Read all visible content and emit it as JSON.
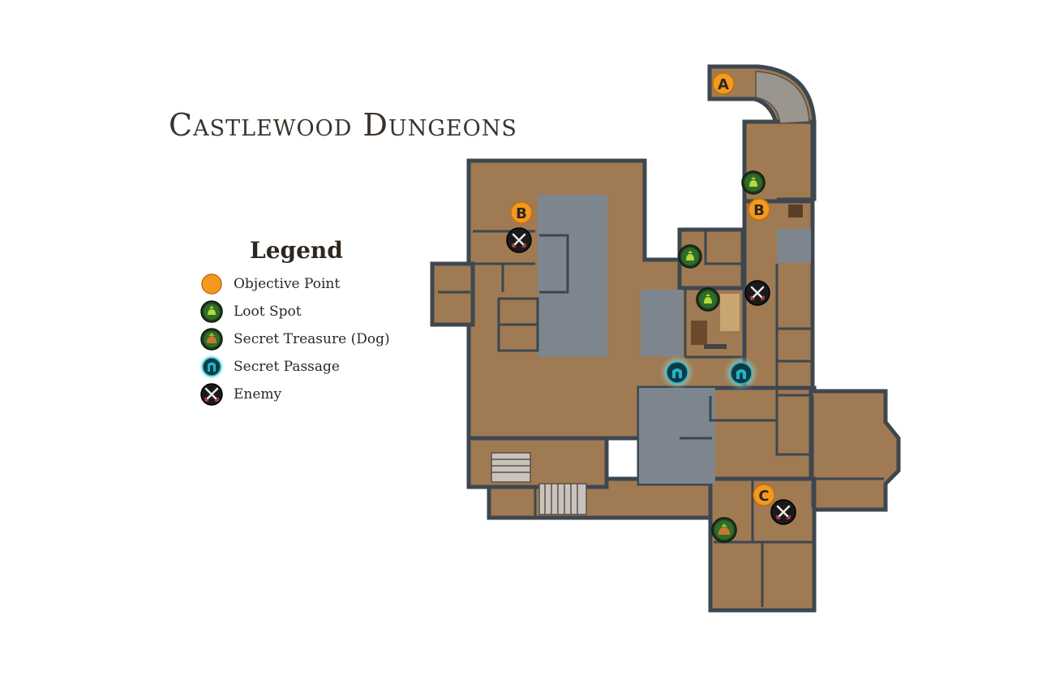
{
  "map": {
    "title": "Castlewood Dungeons"
  },
  "legend": {
    "title": "Legend",
    "items": [
      {
        "key": "objective",
        "label": "Objective Point",
        "icon": "orange-circle-icon"
      },
      {
        "key": "loot",
        "label": "Loot Spot",
        "icon": "loot-bag-icon"
      },
      {
        "key": "treasure",
        "label": "Secret Treasure (Dog)",
        "icon": "dog-treasure-icon"
      },
      {
        "key": "passage",
        "label": "Secret Passage",
        "icon": "secret-passage-icon"
      },
      {
        "key": "enemy",
        "label": "Enemy",
        "icon": "crossed-swords-icon"
      }
    ]
  },
  "markers": {
    "objective_a": "A",
    "objective_b": "B",
    "objective_c": "C"
  },
  "colors": {
    "floor": "#a07a52",
    "wall": "#7d868e",
    "wall_stroke": "#3d4750",
    "objective": "#f39a1e",
    "loot": "#2f6b2a",
    "passage": "#1fb6c9",
    "enemy": "#1a1a1a"
  }
}
